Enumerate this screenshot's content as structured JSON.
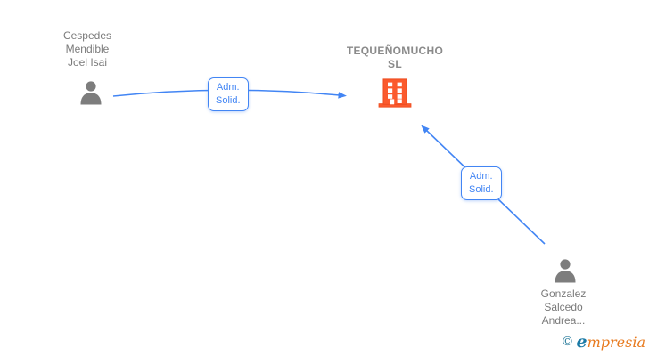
{
  "diagram": {
    "nodes": {
      "person1": {
        "type": "person",
        "lines": [
          "Cespedes",
          "Mendible",
          "Joel Isai"
        ]
      },
      "company": {
        "type": "company",
        "lines": [
          "TEQUEÑOMUCHO",
          "SL"
        ]
      },
      "person2": {
        "type": "person",
        "lines": [
          "Gonzalez",
          "Salcedo",
          "Andrea..."
        ]
      }
    },
    "edges": [
      {
        "from": "person1",
        "to": "company",
        "label_lines": [
          "Adm.",
          "Solid."
        ]
      },
      {
        "from": "person2",
        "to": "company",
        "label_lines": [
          "Adm.",
          "Solid."
        ]
      }
    ],
    "colors": {
      "edge_blue": "#4285F4",
      "person_icon_gray": "#7D7D7D",
      "name_text_gray": "#7A7A7A",
      "company_text_gray": "#8A8A8A",
      "building_orange": "#FB5A2D"
    }
  },
  "watermark": {
    "copyright": "©",
    "brand_initial": "e",
    "brand_rest": "mpresia"
  }
}
